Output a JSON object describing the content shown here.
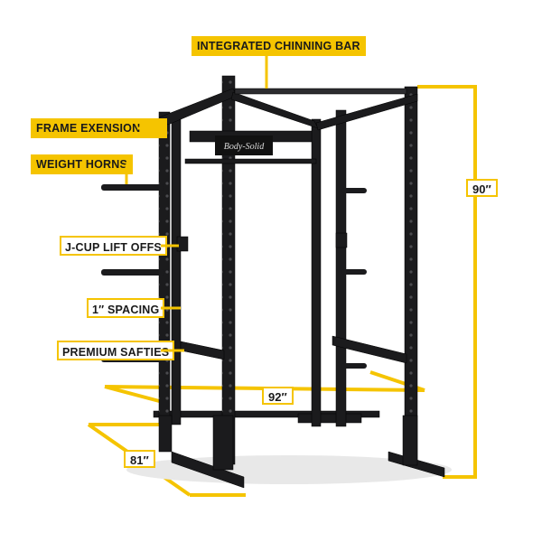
{
  "callouts": {
    "chinning_bar": "INTEGRATED CHINNING BAR",
    "frame_extension": "FRAME EXENSION",
    "weight_horns": "WEIGHT HORNS",
    "j_cup": "J-CUP LIFT OFFS",
    "spacing": "1″ SPACING",
    "safeties": "PREMIUM SAFTIES"
  },
  "dimensions": {
    "height": "90″",
    "width": "92″",
    "depth": "81″"
  },
  "brand_plate": "Body-Solid",
  "colors": {
    "accent": "#f5c400",
    "frame": "#1b1b1d",
    "background": "#ffffff"
  }
}
